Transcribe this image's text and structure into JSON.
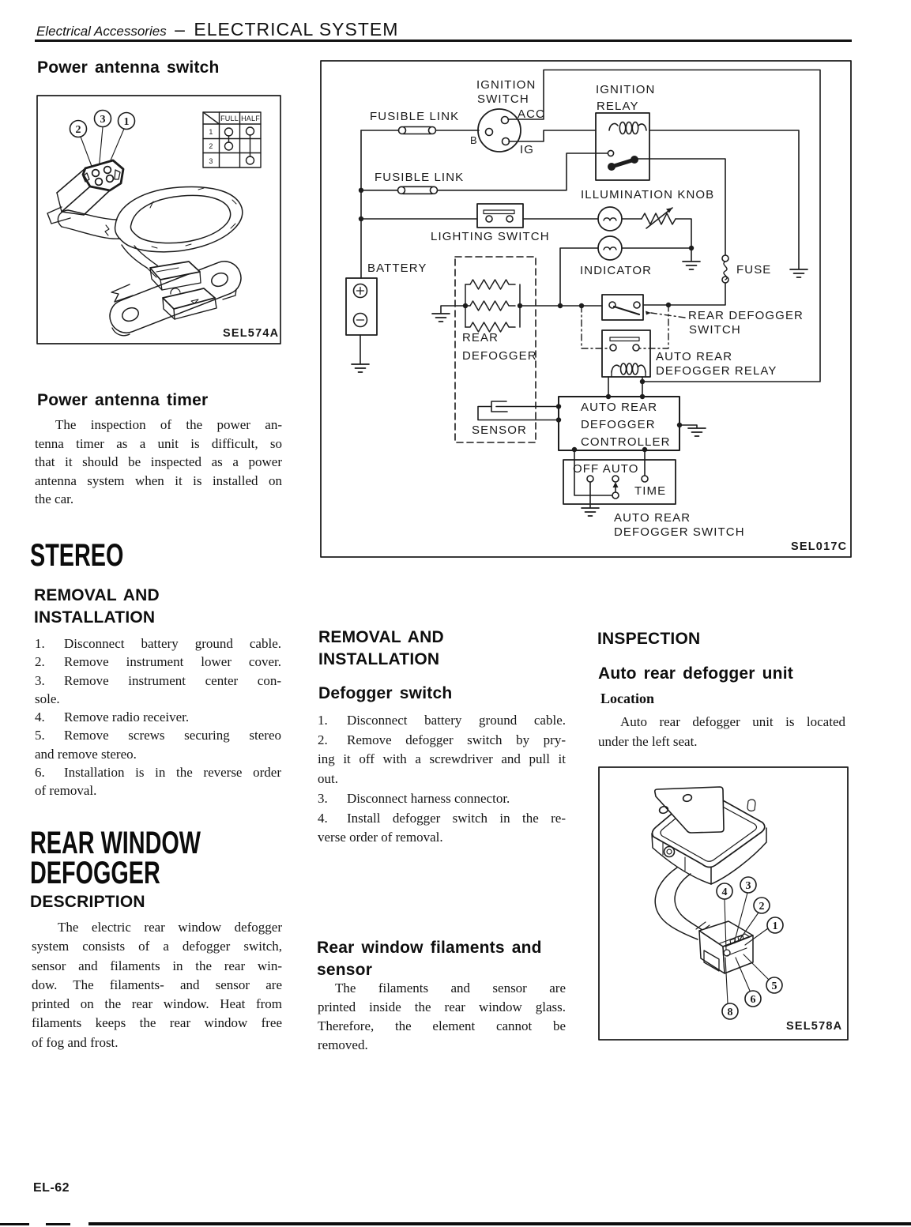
{
  "header": {
    "section": "Electrical Accessories",
    "separator": "–",
    "title": "ELECTRICAL SYSTEM"
  },
  "page_number": "EL-62",
  "left": {
    "power_antenna_switch_heading": "Power antenna switch",
    "figure1": {
      "code": "SEL574A",
      "callouts": [
        "2",
        "3",
        "1"
      ],
      "table": {
        "col_full": "FULL",
        "col_half": "HALF",
        "rows": [
          "1",
          "2",
          "3"
        ]
      }
    },
    "power_antenna_timer_heading": "Power antenna timer",
    "timer_lines": [
      "The inspection of the power an-",
      "tenna timer as a unit is difficult, so",
      "that it should be inspected as a power",
      "antenna system when it is installed on",
      "the car."
    ],
    "stereo_heading": "STEREO",
    "removal_heading": [
      "REMOVAL AND",
      "INSTALLATION"
    ],
    "stereo_steps": [
      [
        "1.",
        "Disconnect battery ground cable."
      ],
      [
        "2.",
        "Remove instrument lower cover."
      ],
      [
        "3.",
        "Remove instrument center con-"
      ],
      [
        "",
        "sole."
      ],
      [
        "4.",
        "Remove radio receiver."
      ],
      [
        "5.",
        "Remove screws securing stereo"
      ],
      [
        "",
        "and remove stereo."
      ],
      [
        "6.",
        "Installation is in the reverse order"
      ],
      [
        "",
        "of removal."
      ]
    ],
    "rear_window_heading": [
      "REAR WINDOW",
      "DEFOGGER"
    ],
    "description_heading": "DESCRIPTION",
    "description_lines": [
      "The electric rear window defogger",
      "system consists of a defogger switch,",
      "sensor and filaments in the rear win-",
      "dow. The filaments- and sensor are",
      "printed on the rear window. Heat from",
      "filaments keeps the rear window free",
      "of fog and frost."
    ]
  },
  "middle": {
    "removal_heading": [
      "REMOVAL AND",
      "INSTALLATION"
    ],
    "defogger_switch_heading": "Defogger switch",
    "defogger_steps": [
      [
        "1.",
        "Disconnect battery ground cable."
      ],
      [
        "2.",
        "Remove defogger switch by pry-"
      ],
      [
        "",
        "ing it off with a screwdriver and pull it"
      ],
      [
        "",
        "out."
      ],
      [
        "3.",
        "Disconnect harness connector."
      ],
      [
        "4.",
        "Install defogger switch in the re-"
      ],
      [
        "",
        "verse order of removal."
      ]
    ],
    "filaments_heading": [
      "Rear window filaments and",
      "sensor"
    ],
    "filaments_lines": [
      "The filaments and sensor are",
      "printed inside the rear window glass.",
      "Therefore, the element cannot be",
      "removed."
    ]
  },
  "right": {
    "inspection_heading": "INSPECTION",
    "unit_heading": "Auto rear defogger unit",
    "location_heading": "Location",
    "location_lines": [
      "Auto rear defogger unit is located",
      "under the left seat."
    ],
    "figure2": {
      "code": "SEL578A",
      "callouts": [
        "4",
        "3",
        "2",
        "1",
        "5",
        "6",
        "8"
      ]
    }
  },
  "diagram": {
    "code": "SEL017C",
    "labels": {
      "fusible_link_1": "FUSIBLE LINK",
      "fusible_link_2": "FUSIBLE LINK",
      "ignition_switch": [
        "IGNITION",
        "SWITCH"
      ],
      "ignition_relay": [
        "IGNITION",
        "RELAY"
      ],
      "acc": "ACC",
      "b": "B",
      "ig": "IG",
      "illumination_knob": "ILLUMINATION KNOB",
      "lighting_switch": "LIGHTING SWITCH",
      "battery": "BATTERY",
      "indicator": "INDICATOR",
      "fuse": "FUSE",
      "rear_defogger": [
        "REAR",
        "DEFOGGER"
      ],
      "rear_defogger_switch": [
        "REAR DEFOGGER",
        "SWITCH"
      ],
      "auto_rear_defogger_relay": [
        "AUTO REAR",
        "DEFOGGER RELAY"
      ],
      "controller": [
        "AUTO REAR",
        "DEFOGGER",
        "CONTROLLER"
      ],
      "sensor": "SENSOR",
      "off_auto": "OFF AUTO",
      "time": "TIME",
      "auto_rear_defogger_switch": [
        "AUTO REAR",
        "DEFOGGER SWITCH"
      ]
    }
  }
}
